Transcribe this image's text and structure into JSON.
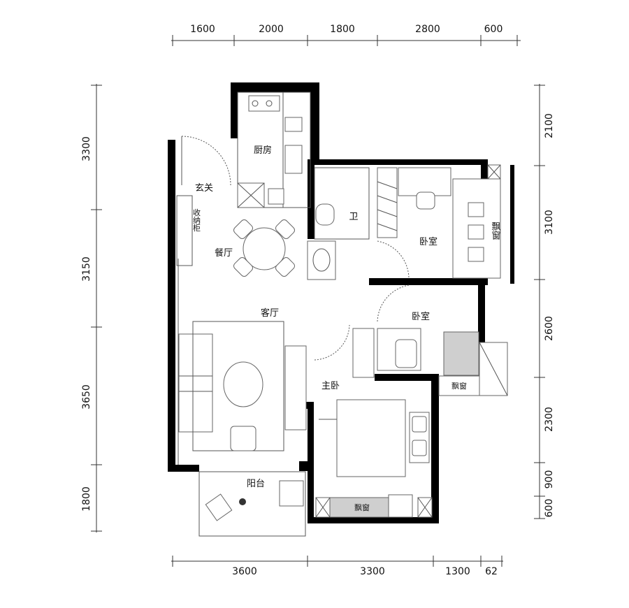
{
  "dimensions": {
    "top": [
      "1600",
      "2000",
      "1800",
      "2800",
      "600"
    ],
    "bottom": [
      "3600",
      "3300",
      "1300",
      "62"
    ],
    "left": [
      "3300",
      "3150",
      "3650",
      "1800"
    ],
    "right": [
      "2100",
      "3100",
      "2600",
      "2300",
      "900",
      "600"
    ]
  },
  "rooms": {
    "kitchen": "厨房",
    "entrance": "玄关",
    "storage": "收纳柜",
    "dining": "餐厅",
    "bath": "卫",
    "bedroom_a": "卧室",
    "bay_window_a": "飘窗",
    "living": "客厅",
    "bedroom_b": "卧室",
    "bay_window_b": "飘窗",
    "master": "主卧",
    "balcony": "阳台",
    "bay_window_c": "飘窗"
  }
}
